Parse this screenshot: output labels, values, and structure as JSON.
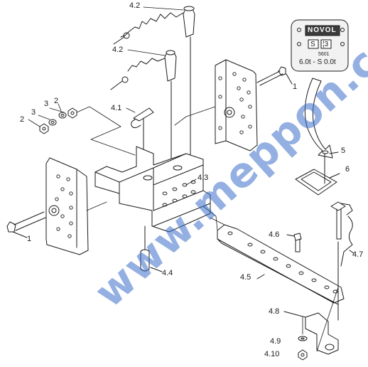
{
  "callouts": {
    "c4_2a": "4.2",
    "c4_2b": "4.2",
    "c4_1": "4.1",
    "c3a": "3",
    "c2a": "2",
    "c3b": "3",
    "c2b": "2",
    "c1a": "1",
    "c1b": "1",
    "c5": "5",
    "c6": "6",
    "c4_3": "4.3",
    "c4_4": "4.4",
    "c4_5": "4.5",
    "c4_6": "4.6",
    "c4_7": "4.7",
    "c4_8": "4.8",
    "c4_9": "4.9",
    "c4_10": "4.10"
  },
  "plate": {
    "brand": "NOVOL",
    "s_label": "S",
    "s_value": "¦3",
    "model": "5601",
    "rating": "6.0t - S 0.0t"
  },
  "watermark": "www.meppon.cc",
  "colors": {
    "ink": "#1a1a1a",
    "watermark": "#3c6ec8",
    "plate_fill": "#f2f2f2"
  }
}
